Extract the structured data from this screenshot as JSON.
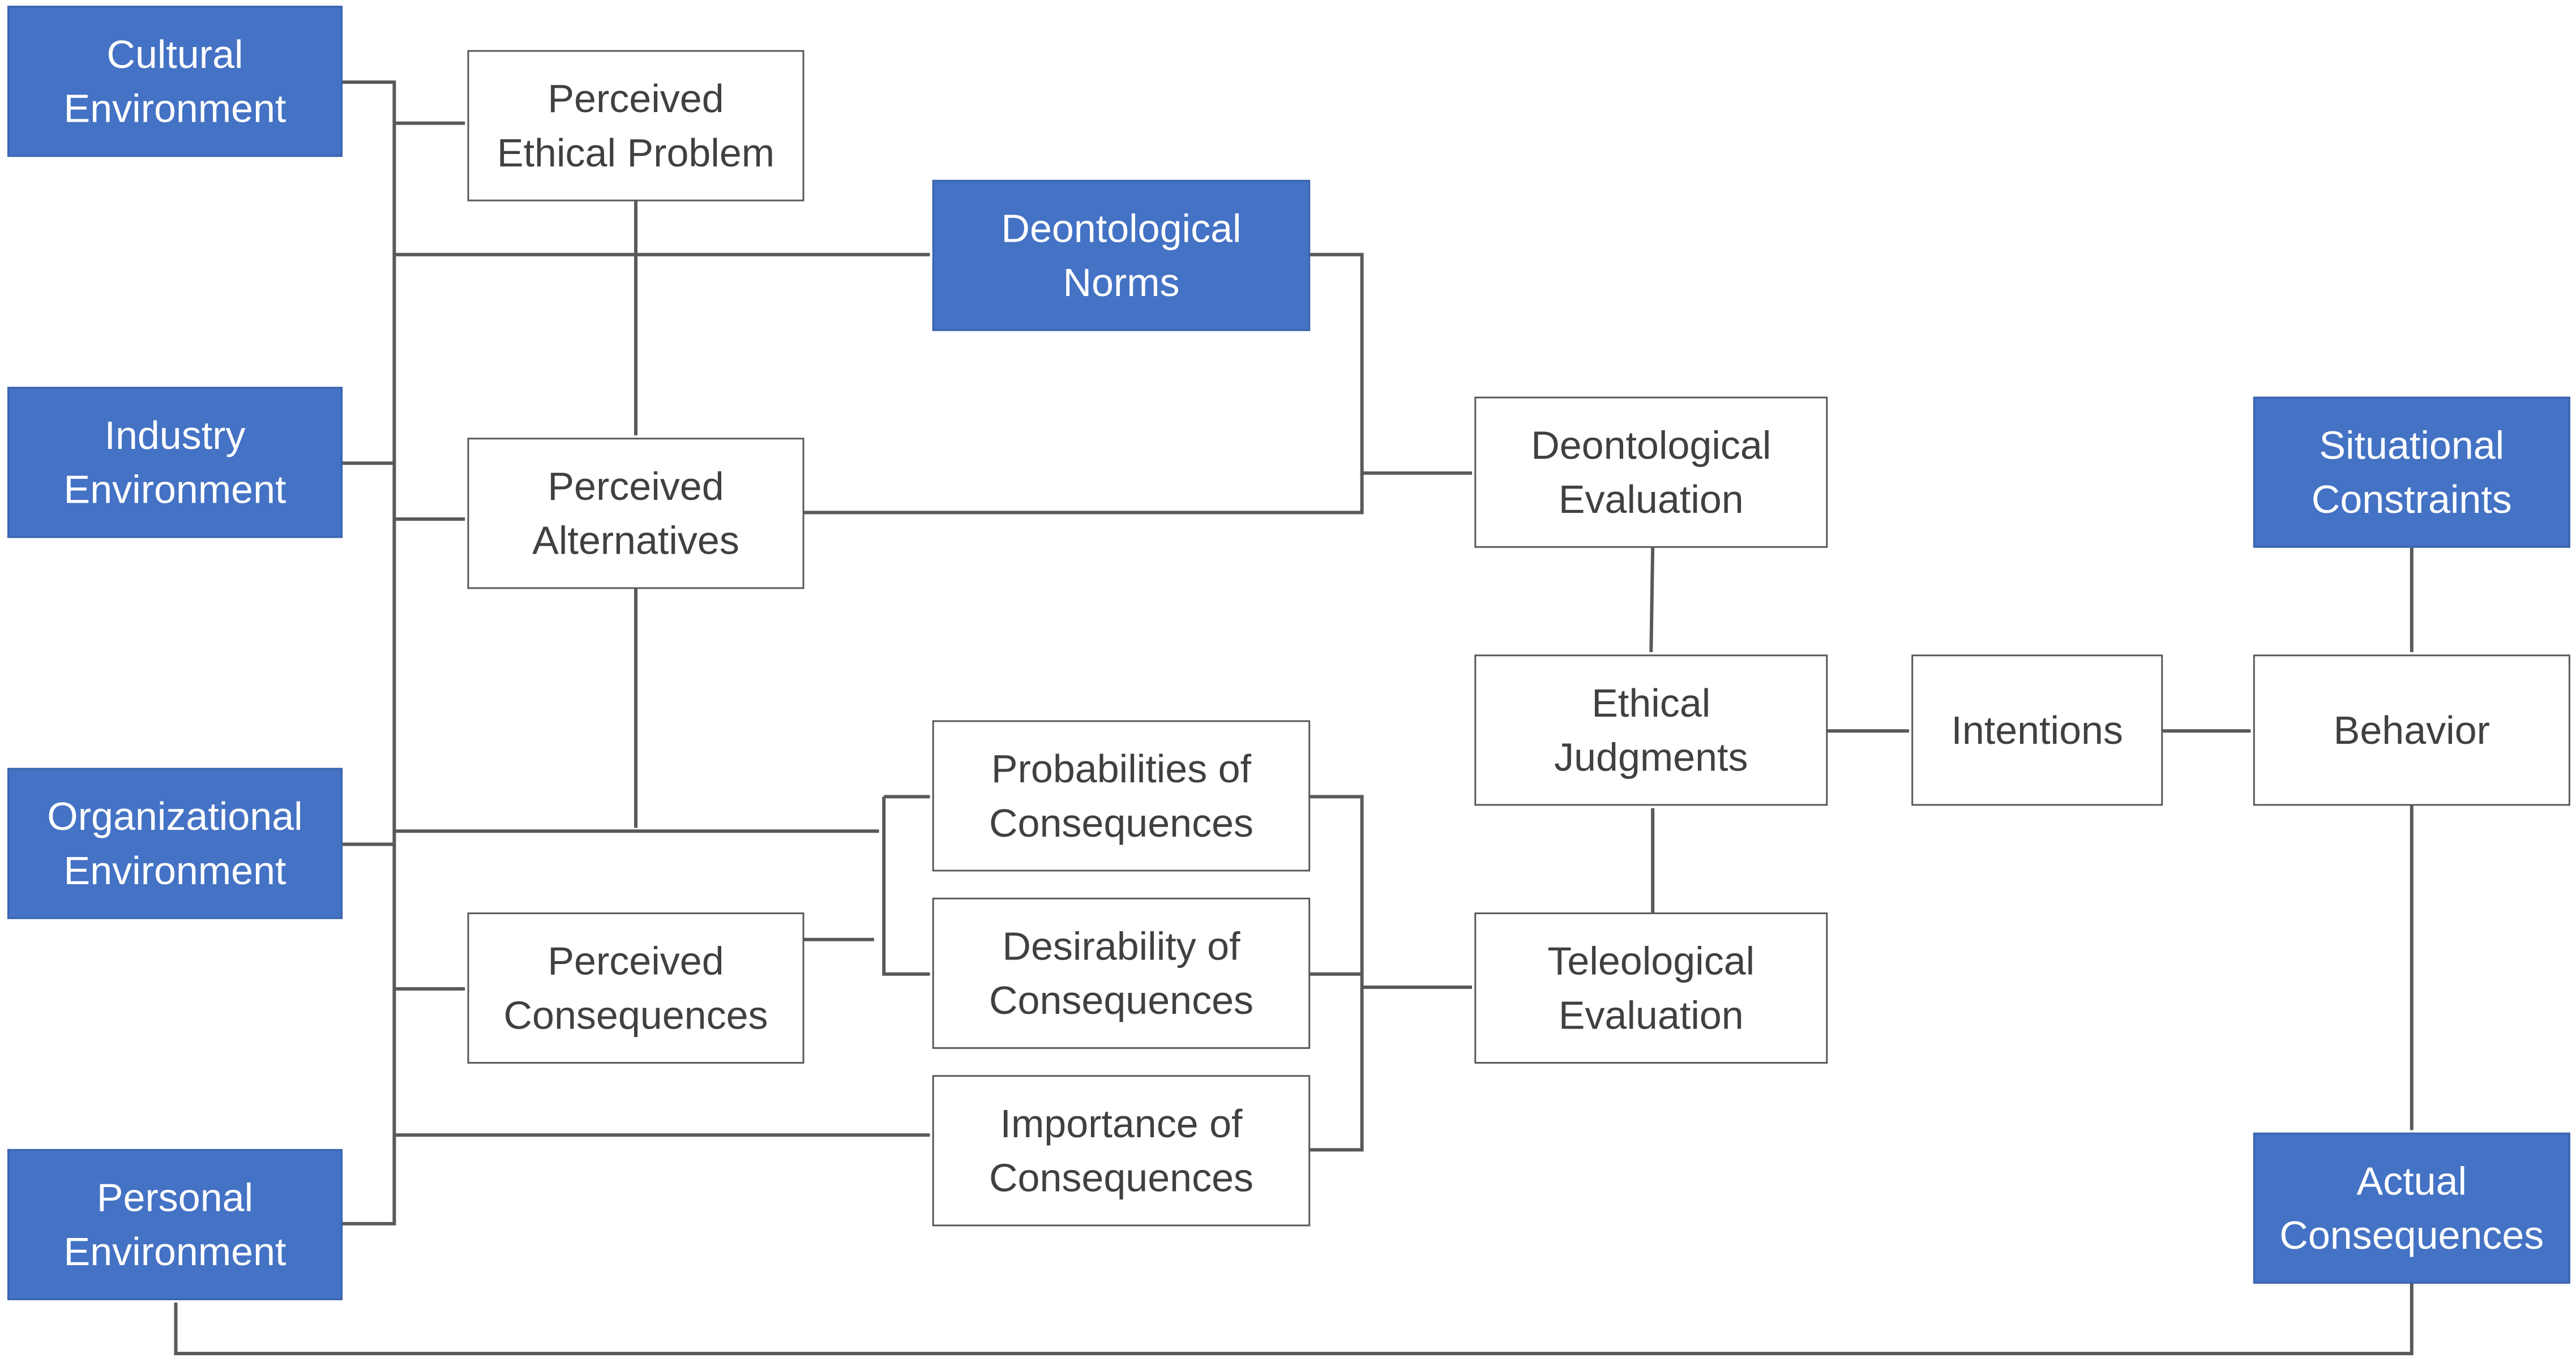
{
  "diagram": {
    "colors": {
      "environment_fill": "#4472c4",
      "box_fill": "#ffffff",
      "box_border": "#595959",
      "connector": "#595959",
      "text_on_blue": "#ffffff",
      "text_on_white": "#404040"
    },
    "nodes": {
      "cultural_environment": [
        "Cultural",
        "Environment"
      ],
      "industry_environment": [
        "Industry",
        "Environment"
      ],
      "organizational_environment": [
        "Organizational",
        "Environment"
      ],
      "personal_environment": [
        "Personal",
        "Environment"
      ],
      "perceived_ethical_problem": [
        "Perceived",
        "Ethical Problem"
      ],
      "perceived_alternatives": [
        "Perceived",
        "Alternatives"
      ],
      "perceived_consequences": [
        "Perceived",
        "Consequences"
      ],
      "deontological_norms": [
        "Deontological",
        "Norms"
      ],
      "probabilities_of_consequences": [
        "Probabilities of",
        "Consequences"
      ],
      "desirability_of_consequences": [
        "Desirability of",
        "Consequences"
      ],
      "importance_of_consequences": [
        "Importance of",
        "Consequences"
      ],
      "deontological_evaluation": [
        "Deontological",
        "Evaluation"
      ],
      "teleological_evaluation": [
        "Teleological",
        "Evaluation"
      ],
      "ethical_judgments": [
        "Ethical",
        "Judgments"
      ],
      "intentions": [
        "Intentions"
      ],
      "situational_constraints": [
        "Situational",
        "Constraints"
      ],
      "behavior": [
        "Behavior"
      ],
      "actual_consequences": [
        "Actual",
        "Consequences"
      ]
    },
    "edges": [
      [
        "environments",
        "perceived_ethical_problem"
      ],
      [
        "environments",
        "deontological_norms"
      ],
      [
        "environments",
        "perceived_alternatives"
      ],
      [
        "environments",
        "probabilities_of_consequences"
      ],
      [
        "environments",
        "perceived_consequences"
      ],
      [
        "environments",
        "importance_of_consequences"
      ],
      [
        "perceived_ethical_problem",
        "perceived_alternatives"
      ],
      [
        "perceived_alternatives",
        "probabilities_of_consequences"
      ],
      [
        "perceived_alternatives",
        "deontological_evaluation"
      ],
      [
        "deontological_norms",
        "deontological_evaluation"
      ],
      [
        "perceived_consequences",
        "probabilities_of_consequences"
      ],
      [
        "perceived_consequences",
        "desirability_of_consequences"
      ],
      [
        "probabilities_of_consequences",
        "teleological_evaluation"
      ],
      [
        "desirability_of_consequences",
        "teleological_evaluation"
      ],
      [
        "importance_of_consequences",
        "teleological_evaluation"
      ],
      [
        "deontological_evaluation",
        "ethical_judgments"
      ],
      [
        "teleological_evaluation",
        "ethical_judgments"
      ],
      [
        "ethical_judgments",
        "intentions"
      ],
      [
        "intentions",
        "behavior"
      ],
      [
        "situational_constraints",
        "behavior"
      ],
      [
        "behavior",
        "actual_consequences"
      ],
      [
        "actual_consequences",
        "personal_environment"
      ]
    ]
  }
}
